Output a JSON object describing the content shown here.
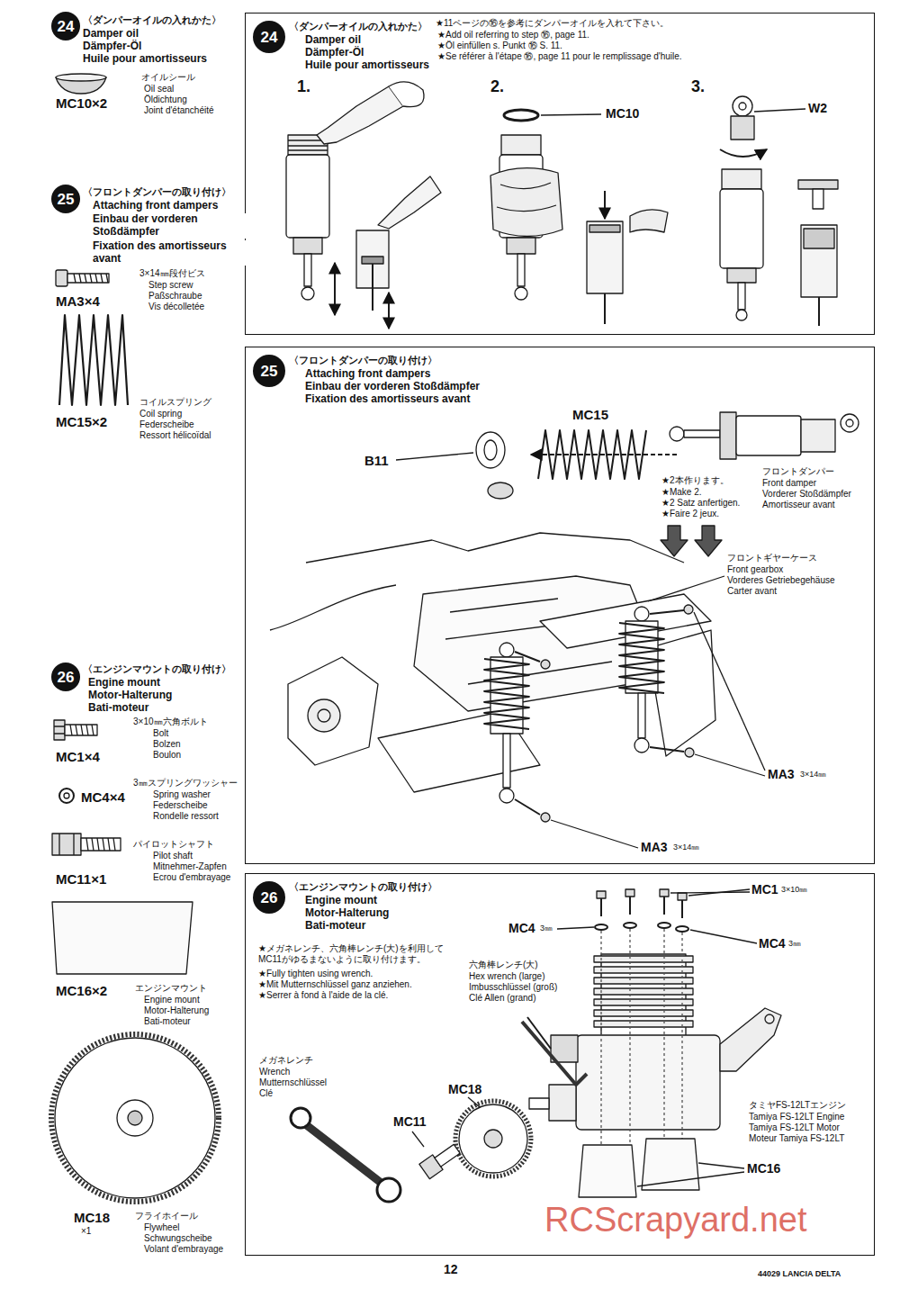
{
  "diagram": {
    "nodes": [
      {
        "text": [
          "24"
        ]
      },
      {
        "text": [
          "25"
        ]
      },
      {
        "text": [
          "26"
        ]
      },
      {
        "text": [
          "〈ダンパーオイルの入れかた〉",
          "Damper oil",
          "Dämpfer-Öl",
          "Huile pour amortisseurs"
        ]
      },
      {
        "text": [
          "24"
        ],
        "in": 3
      },
      {
        "text": [
          "〈フロントダンパーの取り付け〉",
          "Attaching front dampers",
          "Einbau der vorderen Stoßdämpfer",
          "Fixation des amortisseurs avant"
        ]
      },
      {
        "text": [
          "25"
        ],
        "in": 5
      },
      {
        "text": [
          "〈エンジンマウントの取り付け〉",
          "Engine mount",
          "Motor-Halterung",
          "Bati-moteur"
        ]
      },
      {
        "text": [
          "26"
        ],
        "in": 7
      }
    ],
    "labels": [
      "〈ダンパーオイルの入れかた〉",
      "Damper oil",
      "Dämpfer-Öl",
      "Huile pour amortisseurs",
      "MC10×2",
      "オイルシール",
      "Oil seal",
      "Öldichtung",
      "Joint d'étanchéité",
      "〈フロントダンパーの取り付け〉",
      "Attaching front dampers",
      "Einbau der vorderen Stoßdämpfer",
      "Fixation des amortisseurs avant",
      "3×14㎜段付ビス",
      "Step screw",
      "Paßschraube",
      "Vis décolletée",
      "MA3×4",
      "MC15×2",
      "コイルスプリング",
      "Coil spring",
      "Federscheibe",
      "Ressort hélicoïdal",
      "〈エンジンマウントの取り付け〉",
      "Engine mount",
      "Motor-Halterung",
      "Bati-moteur",
      "3×10㎜六角ボルト",
      "Bolt",
      "Bolzen",
      "Boulon",
      "MC1×4",
      "3㎜スプリングワッシャー",
      "Spring washer",
      "Federscheibe",
      "Rondelle ressort",
      "MC4×4",
      "パイロットシャフト",
      "Pilot shaft",
      "Mitnehmer-Zapfen",
      "Ecrou d'embrayage",
      "MC11×1",
      "MC16×2",
      "エンジンマウント",
      "Engine mount",
      "Motor-Halterung",
      "Bati-moteur",
      "MC18",
      "×1",
      "フライホイール",
      "Flywheel",
      "Schwungscheibe",
      "Volant d'embrayage",
      "★11ページの⑯を参考にダンパーオイルを入れて下さい。",
      "★Add oil referring to step ⑯, page 11.",
      "★Öl einfüllen s. Punkt ⑯ S. 11.",
      "★Se référer à l'étape ⑯, page 11 pour le remplissage d'huile.",
      "1.",
      "2.",
      "3.",
      "MC10",
      "W2",
      "★2本作ります。",
      "★Make 2.",
      "★2 Satz anfertigen.",
      "★Faire 2 jeux.",
      "MC15",
      "B11",
      "フロントダンパー",
      "Front damper",
      "Vorderer Stoßdämpfer",
      "Amortisseur avant",
      "フロントギヤーケース",
      "Front gearbox",
      "Vorderes Getriebegehäuse",
      "Carter avant",
      "MA3",
      "3×14㎜",
      "MA3",
      "3×14㎜",
      "MC4",
      "3㎜",
      "MC1",
      "3×10㎜",
      "MC4",
      "3㎜",
      "★メガネレンチ、六角棒レンチ(大)を利用してMC11がゆるまないように取り付けます。",
      "★Fully tighten using wrench.",
      "★Mit Mutternschlüssel ganz anziehen.",
      "★Serrer à fond à l'aide de la clé.",
      "六角棒レンチ(大)",
      "Hex wrench (large)",
      "Imbusschlüssel (groß)",
      "Clé Allen (grand)",
      "メガネレンチ",
      "Wrench",
      "Mutternschlüssel",
      "Clé",
      "MC18",
      "MC11",
      "タミヤFS-12LTエンジン",
      "Tamiya FS-12LT Engine",
      "Tamiya FS-12LT Motor",
      "Moteur Tamiya FS-12LT",
      "MC16",
      "12",
      "44029 LANCIA DELTA",
      "RCScrapyard.net"
    ]
  }
}
